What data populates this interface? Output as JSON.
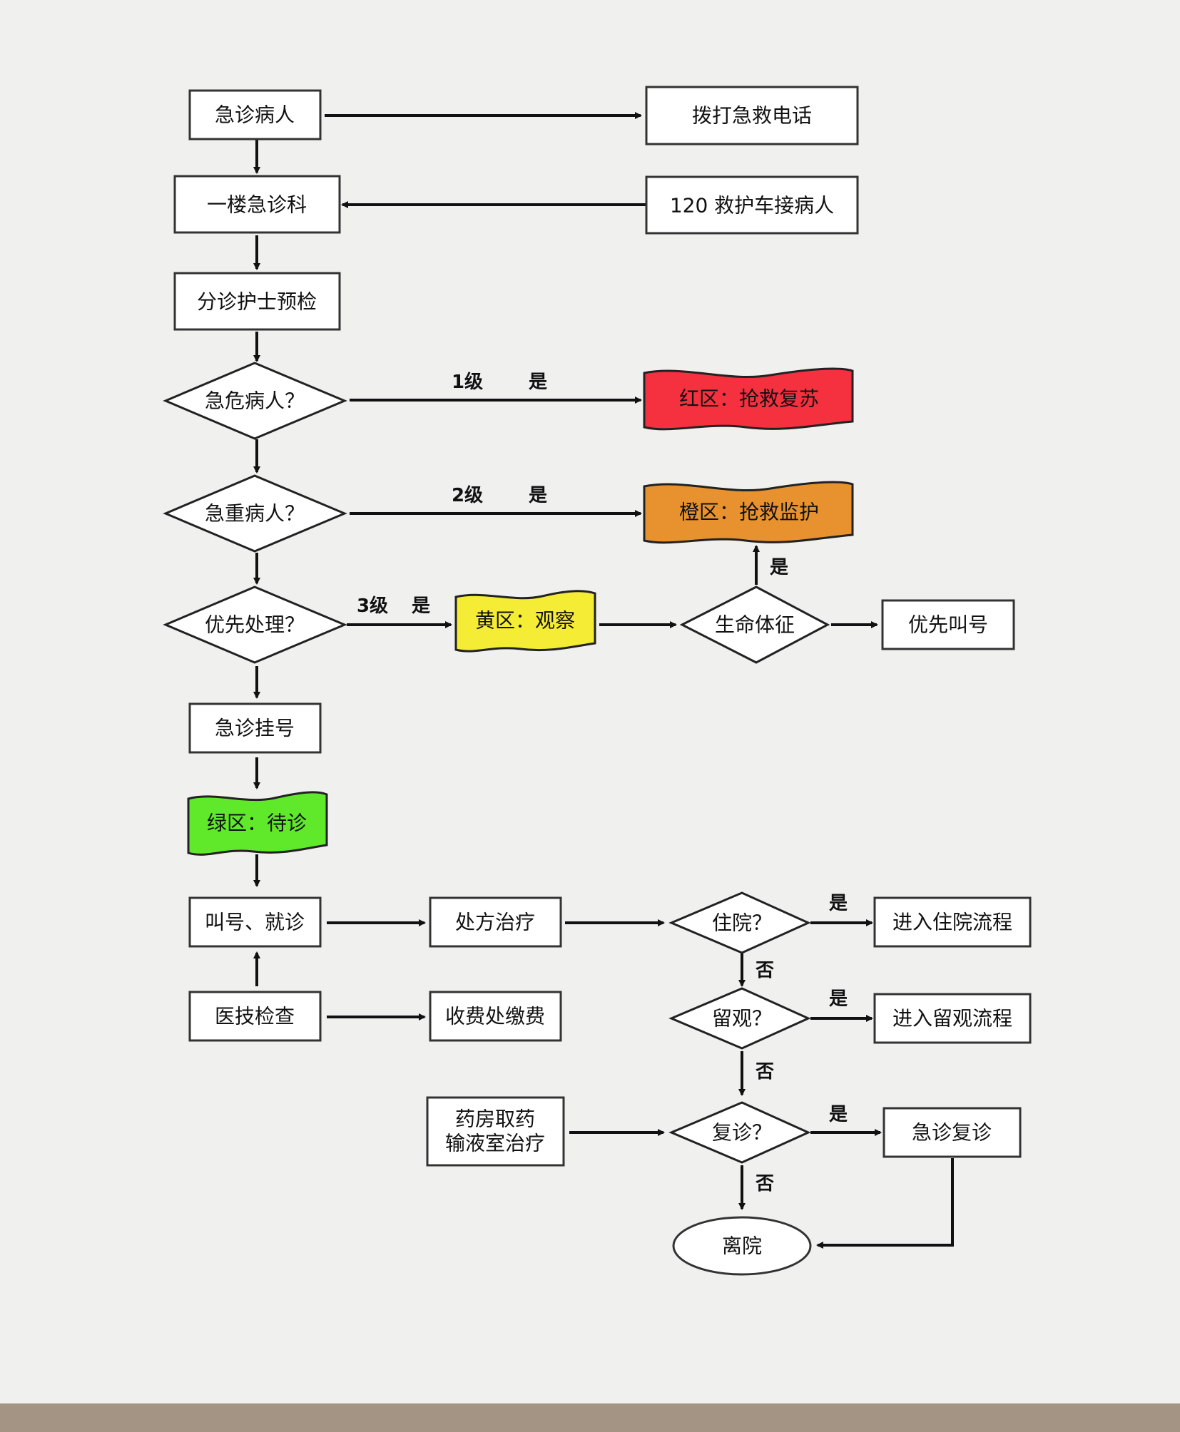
{
  "nodes": {
    "emergency_patient": "急诊病人",
    "dial_emergency_call": "拨打急救电话",
    "first_floor_er": "一楼急诊科",
    "ambulance_pickup": "120 救护车接病人",
    "triage_nurse": "分诊护士预检",
    "critical_q": "急危病人？",
    "red_zone": "红区：抢救复苏",
    "serious_q": "急重病人？",
    "orange_zone": "橙区：抢救监护",
    "priority_q": "优先处理？",
    "yellow_zone": "黄区：观察",
    "vital_signs": "生命体征",
    "priority_call": "优先叫号",
    "er_registration": "急诊挂号",
    "green_zone": "绿区：待诊",
    "call_consult": "叫号、就诊",
    "prescription": "处方治疗",
    "hospitalize_q": "住院？",
    "inpatient_flow": "进入住院流程",
    "medical_exam": "医技检查",
    "cashier": "收费处缴费",
    "observe_q": "留观？",
    "observation_flow": "进入留观流程",
    "pharmacy_line1": "药房取药",
    "pharmacy_line2": "输液室治疗",
    "revisit_q": "复诊？",
    "er_revisit": "急诊复诊",
    "discharge": "离院"
  },
  "labels": {
    "level1": "1级",
    "level2": "2级",
    "level3": "3级",
    "yes": "是",
    "no": "否"
  },
  "colors": {
    "red_zone": "#f5303f",
    "orange_zone": "#e7922e",
    "yellow_zone": "#f4ec35",
    "green_zone": "#5fe92a",
    "footer_bar": "#a39483",
    "background": "#f0f0ef"
  }
}
